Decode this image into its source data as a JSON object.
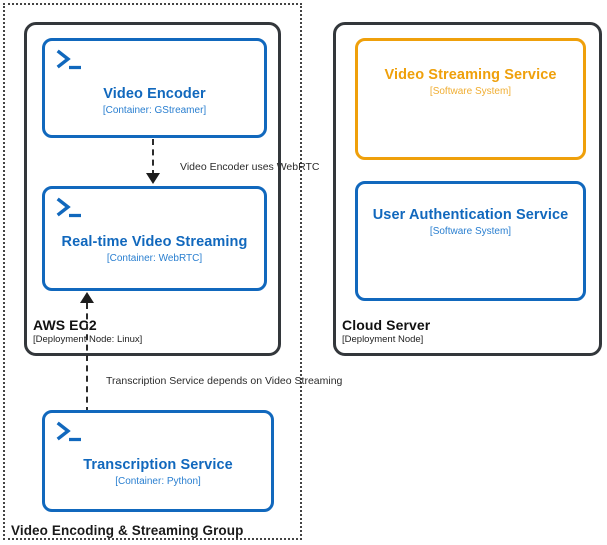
{
  "diagram": {
    "type": "c4-deployment-diagram",
    "background": "#ffffff",
    "colors": {
      "container_blue": "#1168bd",
      "software_system_orange": "#efa00b",
      "node_border": "#33373b",
      "boundary_dotted": "#444444",
      "relationship": "#2b2b2b"
    }
  },
  "group_boundary": {
    "label": "Video Encoding & Streaming Group"
  },
  "nodes": [
    {
      "id": "aws-ec2",
      "title": "AWS EC2",
      "subtitle": "[Deployment Node: Linux]"
    },
    {
      "id": "cloud-server",
      "title": "Cloud Server",
      "subtitle": "[Deployment Node]"
    }
  ],
  "elements": [
    {
      "id": "video-encoder",
      "title": "Video Encoder",
      "subtitle": "[Container: GStreamer]",
      "style": "container",
      "icon": "terminal-icon",
      "color": "#1168bd"
    },
    {
      "id": "realtime-video-streaming",
      "title": "Real-time Video Streaming",
      "subtitle": "[Container: WebRTC]",
      "style": "container",
      "icon": "terminal-icon",
      "color": "#1168bd"
    },
    {
      "id": "transcription-service",
      "title": "Transcription Service",
      "subtitle": "[Container: Python]",
      "style": "container",
      "icon": "terminal-icon",
      "color": "#1168bd"
    },
    {
      "id": "video-streaming-service",
      "title": "Video Streaming Service",
      "subtitle": "[Software System]",
      "style": "software-system",
      "icon": "none",
      "color": "#efa00b"
    },
    {
      "id": "user-authentication-service",
      "title": "User Authentication Service",
      "subtitle": "[Software System]",
      "style": "software-system",
      "icon": "none",
      "color": "#1168bd"
    }
  ],
  "relationships": [
    {
      "id": "rel-encoder-webrtc",
      "label": "Video Encoder uses WebRTC",
      "from": "video-encoder",
      "to": "realtime-video-streaming",
      "direction": "down",
      "style": "dashed"
    },
    {
      "id": "rel-transcription-streaming",
      "label": "Transcription Service depends on Video Streaming",
      "from": "transcription-service",
      "to": "realtime-video-streaming",
      "direction": "up",
      "style": "dashed"
    }
  ]
}
